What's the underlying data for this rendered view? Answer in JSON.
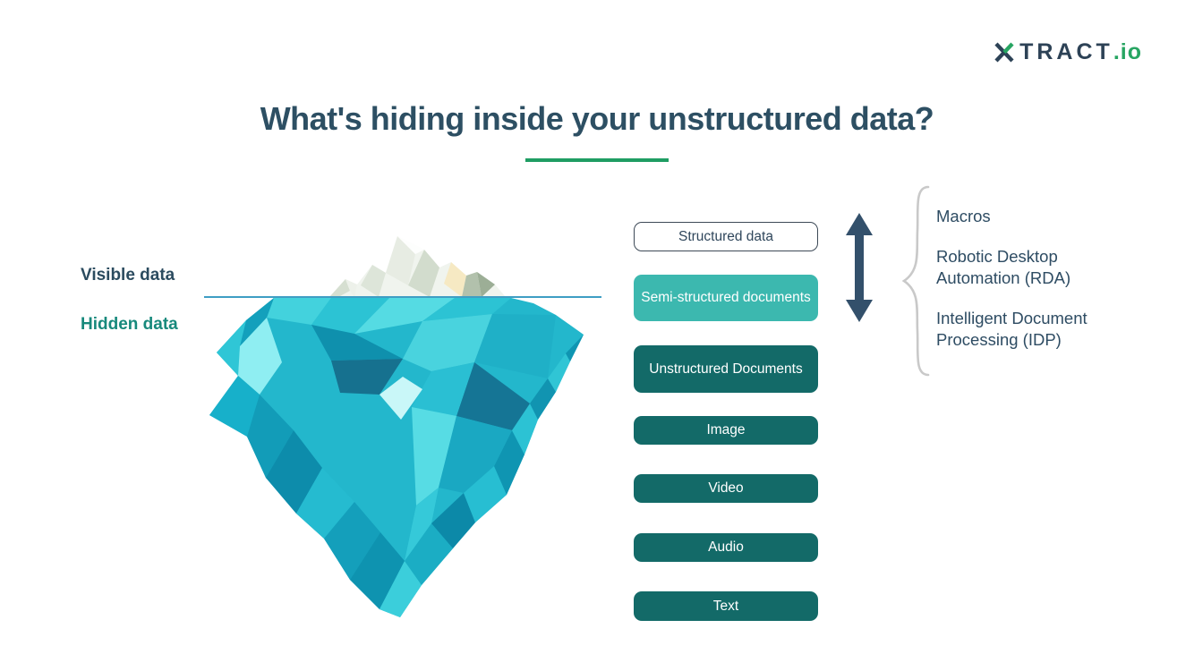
{
  "logo": {
    "tract": "TRACT",
    "dotio": ".io"
  },
  "title": "What's hiding inside your unstructured data?",
  "iceberg": {
    "visible_label": "Visible data",
    "hidden_label": "Hidden data"
  },
  "stack": [
    {
      "label": "Structured data",
      "variant": "outline"
    },
    {
      "label": "Semi-structured documents",
      "variant": "teal"
    },
    {
      "label": "Unstructured Documents",
      "variant": "dark"
    },
    {
      "label": "Image",
      "variant": "dark"
    },
    {
      "label": "Video",
      "variant": "dark"
    },
    {
      "label": "Audio",
      "variant": "dark"
    },
    {
      "label": "Text",
      "variant": "dark"
    }
  ],
  "tools": [
    "Macros",
    "Robotic Desktop Automation (RDA)",
    "Intelligent Document Processing (IDP)"
  ],
  "colors": {
    "accent_green": "#1f9d63",
    "logo_green": "#27a562",
    "logo_navy": "#2d4256",
    "title_navy": "#2d4f63",
    "hidden_teal": "#17897c",
    "box_teal": "#3cb8af",
    "box_dark_teal": "#136a68",
    "arrow_navy": "#33506b",
    "brace_gray": "#c9c9c9",
    "waterline_blue": "#3f9ec4"
  }
}
